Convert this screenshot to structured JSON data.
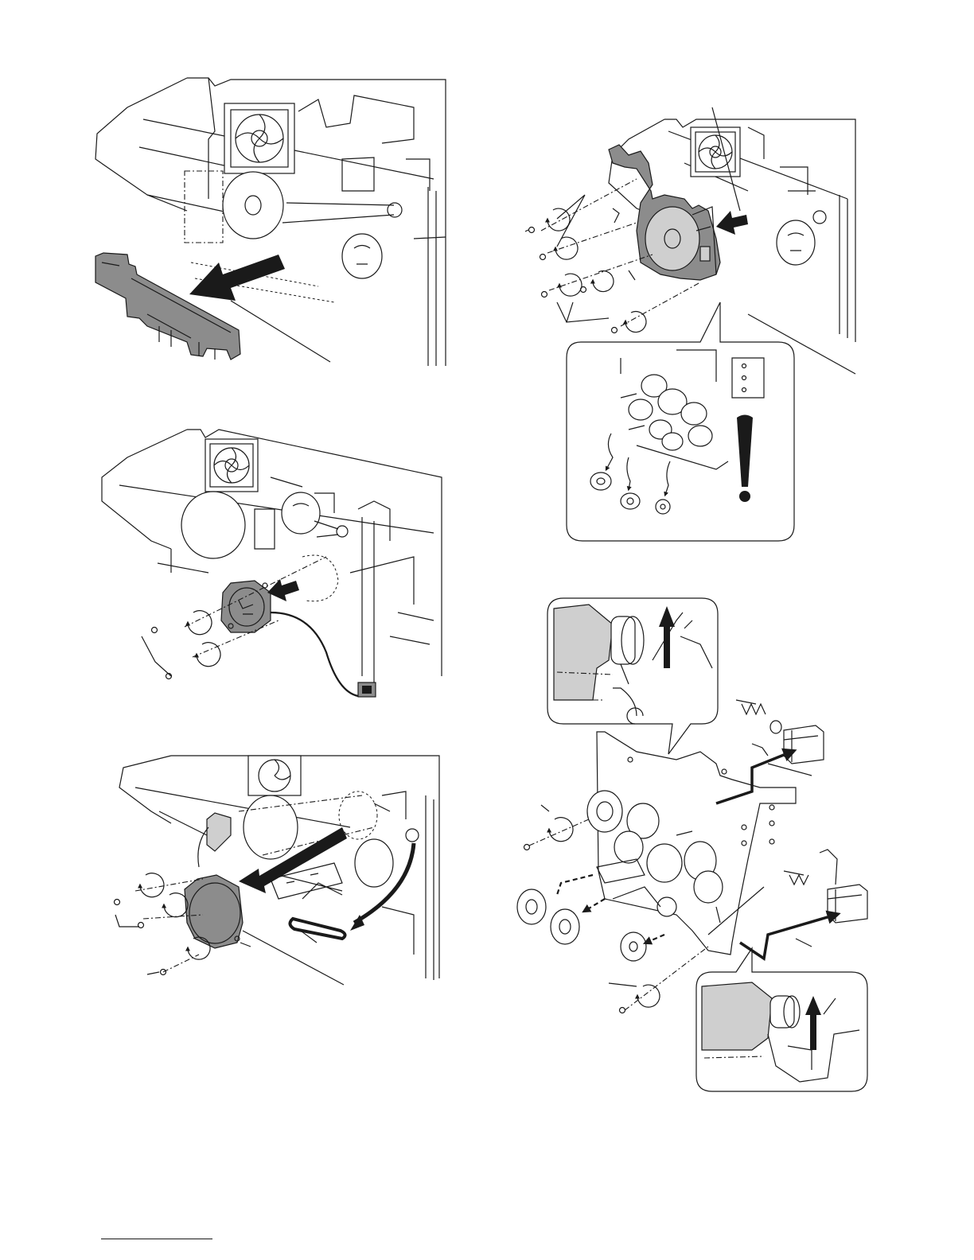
{
  "page": {
    "figures": [
      {
        "id": "fig-cover-removal"
      },
      {
        "id": "fig-drive-unit-removal",
        "warning_symbol": "exclamation"
      },
      {
        "id": "fig-motor-removal"
      },
      {
        "id": "fig-main-motor-belt-removal"
      },
      {
        "id": "fig-gear-solenoid-disassembly"
      }
    ]
  },
  "colors": {
    "line": "#1a1a1a",
    "part_fill": "#8c8c8c",
    "light_fill": "#cfcfcf",
    "background": "#ffffff"
  }
}
